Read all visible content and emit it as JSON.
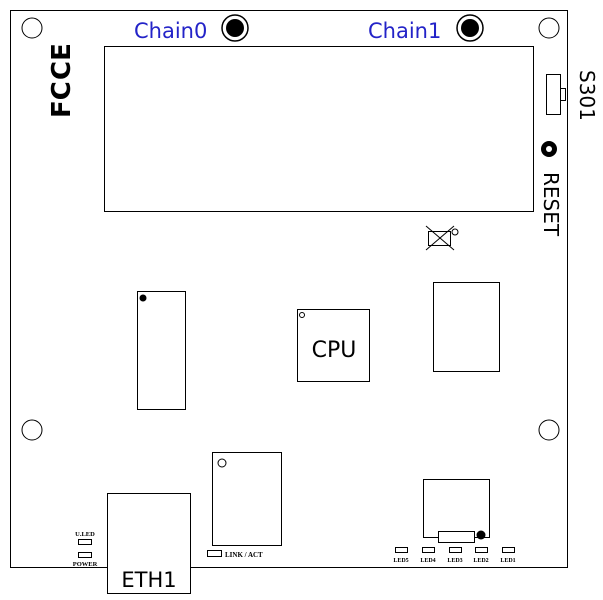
{
  "connectors": {
    "chain0": "Chain0",
    "chain1": "Chain1"
  },
  "switch": {
    "label": "S301"
  },
  "reset": {
    "label": "RESET"
  },
  "cpu": {
    "label": "CPU"
  },
  "ethernet": {
    "label": "ETH1"
  },
  "certification": {
    "fc": "FC",
    "ce": "CE"
  },
  "status_leds": {
    "uled": "U.LED",
    "power": "POWER",
    "link_act": "LINK / ACT"
  },
  "leds": [
    "LED5",
    "LED4",
    "LED3",
    "LED2",
    "LED1"
  ],
  "colors": {
    "connector_text": "#2323c8",
    "outline": "#000000",
    "background": "#ffffff"
  }
}
